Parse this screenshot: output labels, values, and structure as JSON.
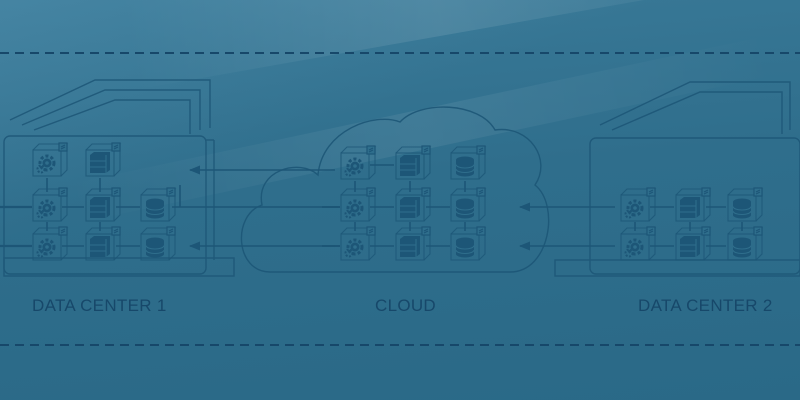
{
  "nodes": [
    {
      "id": "data-center-1",
      "label": "DATA CENTER 1"
    },
    {
      "id": "cloud",
      "label": "CLOUD"
    },
    {
      "id": "data-center-2",
      "label": "DATA CENTER 2"
    }
  ],
  "colors": {
    "background": "#2f6e8c",
    "line": "#1d5677",
    "text": "#17486a",
    "dash": "#17486a"
  },
  "icons": [
    "gear-icon",
    "server-icon",
    "database-icon",
    "small-square-icon"
  ]
}
